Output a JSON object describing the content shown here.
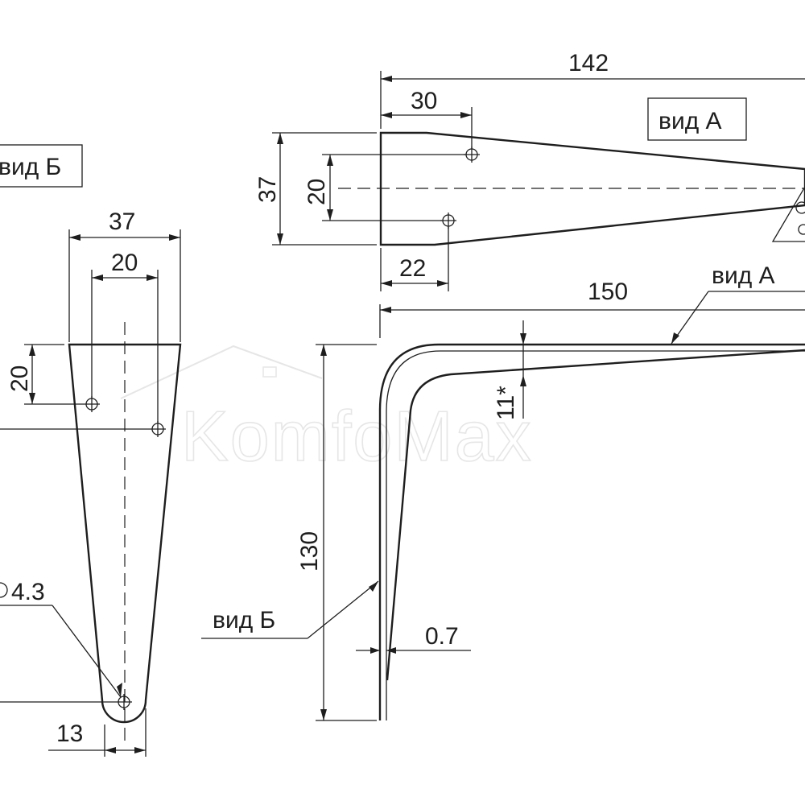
{
  "watermark": {
    "text": "KomfoMax"
  },
  "view_b": {
    "label": "вид Б",
    "dim_width": "37",
    "dim_hole_spacing": "20",
    "dim_vertical": "20",
    "dim_hole_diameter": "4.3",
    "dim_tip": "13"
  },
  "view_a": {
    "label": "вид А",
    "dim_length": "142",
    "dim_hole_offset_top": "30",
    "dim_hole_offset_bottom": "22",
    "dim_width": "37",
    "dim_hole_spacing": "20"
  },
  "side_view": {
    "dim_length": "150",
    "dim_height": "130",
    "dim_thickness": "0.7",
    "dim_rib": "11*",
    "callout_a": "вид А",
    "callout_b": "вид Б"
  }
}
